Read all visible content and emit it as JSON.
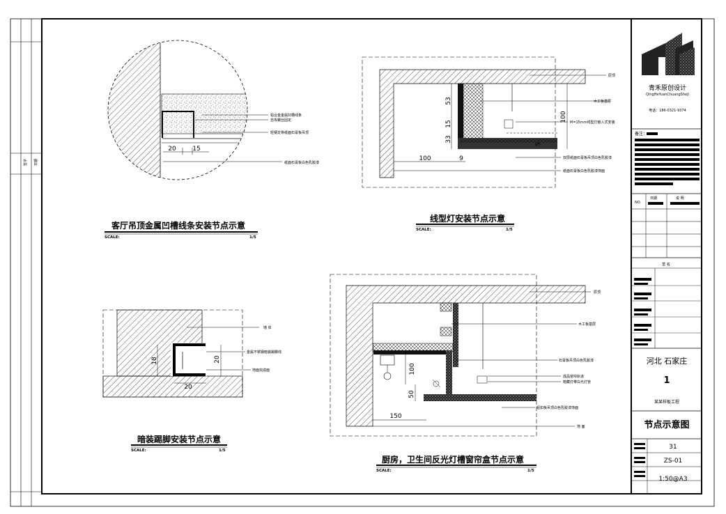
{
  "sheet": {
    "left_strip": [
      "签字",
      "日期"
    ]
  },
  "details": {
    "d1": {
      "title": "客厅吊顶金属凹槽线条安装节点示意",
      "scale_label": "SCALE:",
      "scale": "1/5",
      "dims": [
        "20",
        "15"
      ],
      "notes": [
        "铝合金金属凹槽线条",
        "自攻螺丝固定",
        "轻钢龙骨纸面石膏板吊顶",
        "纸面石膏板白色乳胶漆"
      ]
    },
    "d2": {
      "title": "线型灯安装节点示意",
      "scale_label": "SCALE:",
      "scale": "1/5",
      "dims": [
        "53",
        "15",
        "33",
        "100",
        "100",
        "9",
        "5"
      ],
      "notes": [
        "原顶",
        "木工板基层",
        "M=15mm线型灯嵌入式安装",
        "双层纸面石膏板吊顶白色乳胶漆",
        "纸面石膏板白色乳胶漆饰面"
      ]
    },
    "d3": {
      "title": "暗装踢脚安装节点示意",
      "scale_label": "SCALE:",
      "scale": "1/5",
      "dims": [
        "18",
        "20",
        "20"
      ],
      "notes": [
        "墙 体",
        "金属不锈钢暗装踢脚线",
        "地面完成面"
      ]
    },
    "d4": {
      "title": "厨房，卫生间反光灯槽窗帘盒节点示意",
      "scale_label": "SCALE:",
      "scale": "1/5",
      "dims": [
        "100",
        "50",
        "150"
      ],
      "notes": [
        "原顶",
        "木工板基层",
        "石膏板吊顶白色乳胶漆",
        "成品窗帘轨道",
        "暗藏灯带白光灯管",
        "铝扣板吊顶白色乳胶漆饰面",
        "地 面"
      ]
    }
  },
  "titleblock": {
    "company_cn": "青禾原创设计",
    "company_pinyin": "QingHeYuanChuangSheJi",
    "phone": "电话：186-0321-9374",
    "remarks_label": "备注：",
    "rev_headers": [
      "NO.",
      "日期",
      "说  明"
    ],
    "sign_label": "签  名",
    "location": "河北 石家庄",
    "project_no": "1",
    "project_name": "某某样板工程",
    "drawing_title": "节点示意图",
    "page": "31",
    "drawing_no": "ZS-01",
    "scale": "1:50@A3"
  }
}
